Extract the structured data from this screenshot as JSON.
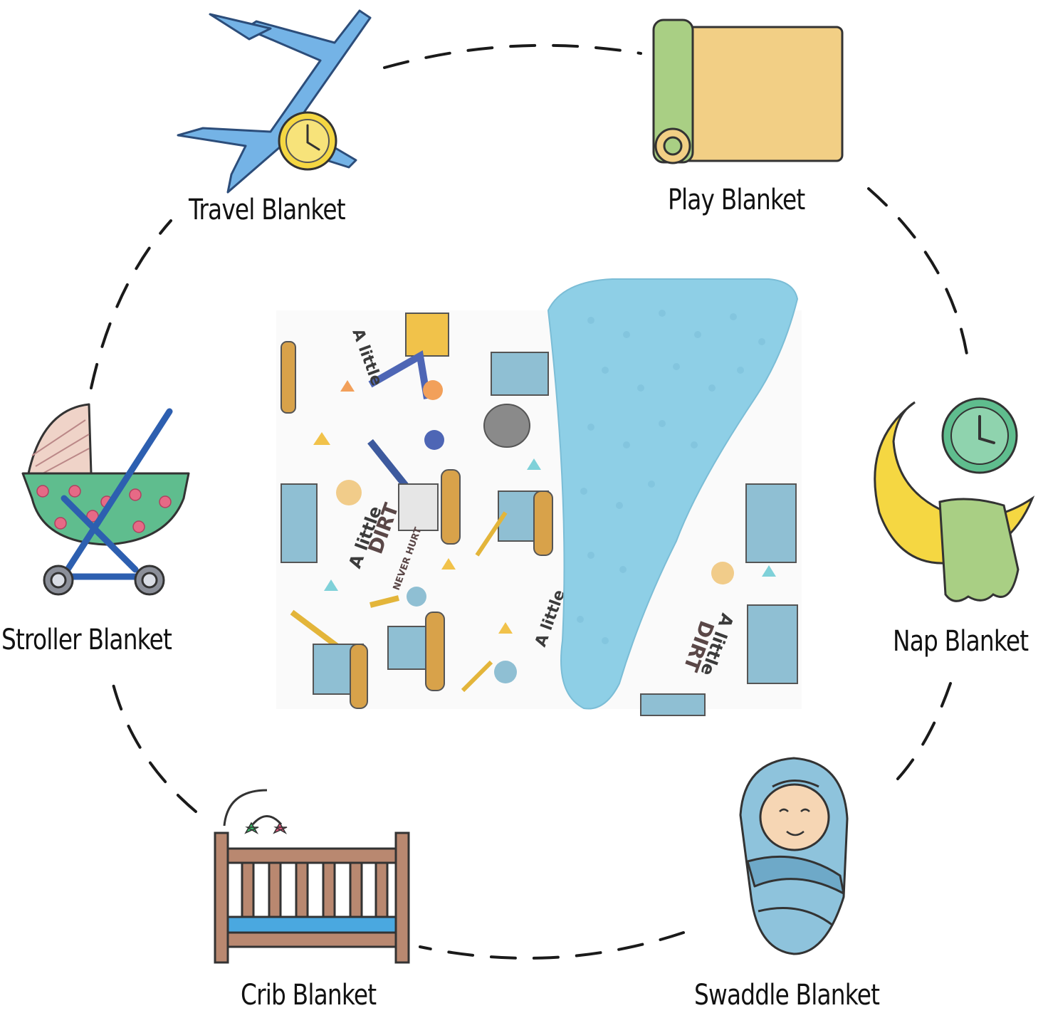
{
  "labels": {
    "travel": "Travel Blanket",
    "play": "Play Blanket",
    "stroller": "Stroller Blanket",
    "nap": "Nap Blanket",
    "crib": "Crib Blanket",
    "swaddle": "Swaddle Blanket"
  },
  "blanket": {
    "print_text_1": "A little",
    "print_text_2": "DIRT",
    "print_text_3": "NEVER HURT"
  },
  "colors": {
    "minky_blue": "#8ecfe6",
    "plane_blue": "#74b3e6",
    "clock_yellow": "#f5d742",
    "mat_tan": "#f2cf85",
    "mat_green": "#a9cf84",
    "stroller_green": "#5fbd8e",
    "crib_brown": "#b98870",
    "swaddle_blue": "#8ec3dc",
    "nap_clock_green": "#5fbd8e",
    "moon_yellow": "#f5d742"
  },
  "icons": [
    "airplane-icon",
    "clock-icon",
    "play-mat-icon",
    "stroller-icon",
    "moon-icon",
    "clock-icon",
    "crib-icon",
    "swaddled-baby-icon"
  ]
}
